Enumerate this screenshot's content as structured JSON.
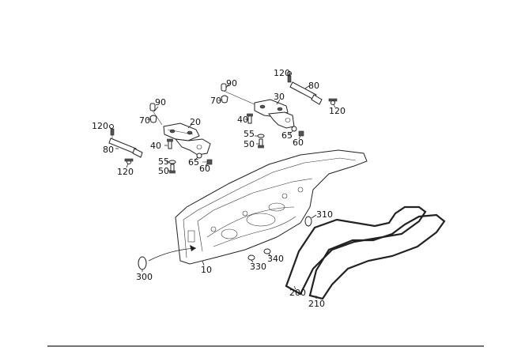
{
  "callouts": {
    "c120_tl": "120",
    "c90_l": "90",
    "c70_l": "70",
    "c20": "20",
    "c40_l": "40",
    "c80_l": "80",
    "c55_l": "55",
    "c50_l": "50",
    "c65_l": "65",
    "c60_l": "60",
    "c120_bl": "120",
    "c120_tr": "120",
    "c90_m": "90",
    "c70_m": "70",
    "c80_r": "80",
    "c30": "30",
    "c120_r": "120",
    "c40_m": "40",
    "c55_m": "55",
    "c50_m": "50",
    "c65_r": "65",
    "c60_r": "60",
    "c310": "310",
    "c300": "300",
    "c10": "10",
    "c340": "340",
    "c330": "330",
    "c200": "200",
    "c210": "210"
  }
}
